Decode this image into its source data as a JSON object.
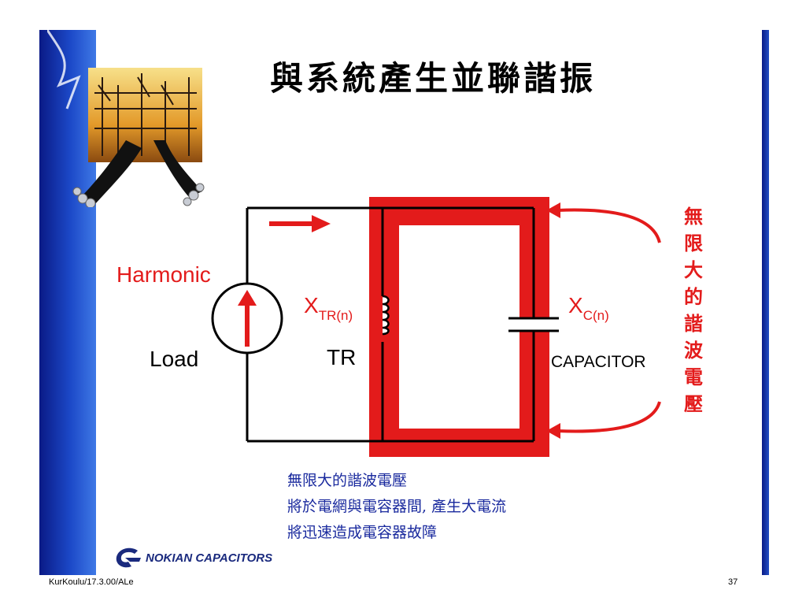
{
  "slide": {
    "title": "與系統產生並聯諧振",
    "page_number": "37",
    "footer_left": "KurKoulu/17.3.00/ALe"
  },
  "diagram": {
    "harmonic_label": "Harmonic",
    "load_label": "Load",
    "tr_label": "TR",
    "capacitor_label": "CAPACITOR",
    "x_tr": {
      "main": "X",
      "sub": "TR(n)"
    },
    "x_c": {
      "main": "X",
      "sub": "C(n)"
    },
    "side_vertical_text": "無限大的諧波電壓"
  },
  "note": {
    "lines": [
      "無限大的諧波電壓",
      "將於電網與電容器間, 產生大電流",
      "將迅速造成電容器故障"
    ]
  },
  "logo": {
    "text": "NOKIAN CAPACITORS"
  },
  "colors": {
    "accent_red": "#e31b1b",
    "note_blue": "#1a2a9e",
    "bar_blue": "#0a1a86"
  }
}
